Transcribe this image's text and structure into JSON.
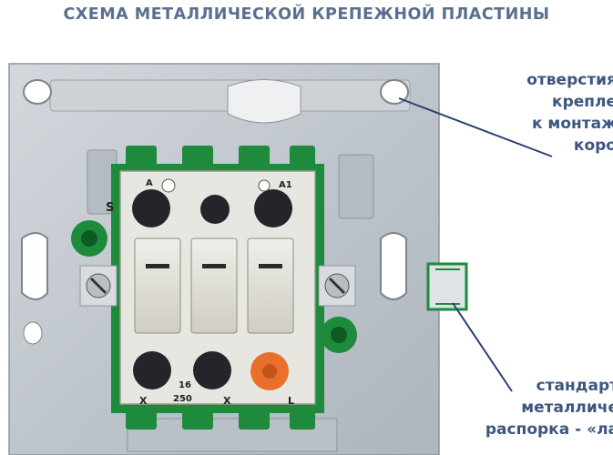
{
  "title": "СХЕМА МЕТАЛЛИЧЕСКОЙ КРЕПЕЖНОЙ ПЛАСТИНЫ",
  "callouts": {
    "mounting_holes": [
      "отверстия",
      "крепле",
      "к монтаж",
      "коро"
    ],
    "standard_strut": [
      "стандарт",
      "металличе",
      "распорка - «ла"
    ]
  },
  "terminal_marks": {
    "top_left": "A",
    "top_right": "A1",
    "side": "S",
    "bottom_left": "X",
    "bottom_center": "X",
    "bottom_right": "L",
    "rating_top": "16",
    "rating_bottom": "250"
  },
  "colors": {
    "title": "#5a6e8e",
    "callout_text": "#3d5680",
    "plate": "#c3c9cf",
    "mechanism": "#e7e6e0",
    "frame_green": "#1e8a3c",
    "terminal_orange": "#e8702a",
    "pointer": "#2a4070"
  }
}
